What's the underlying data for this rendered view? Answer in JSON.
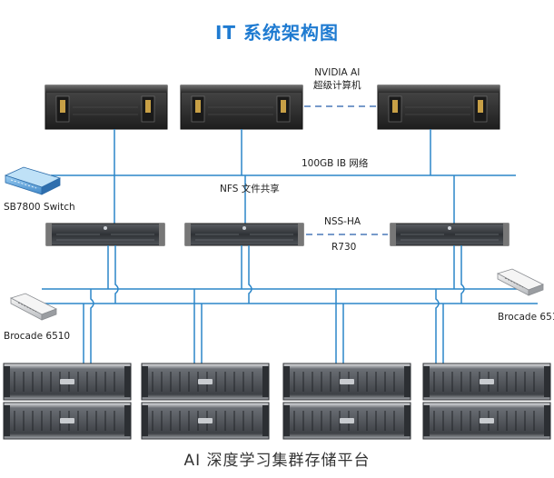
{
  "title": "IT 系统架构图",
  "colors": {
    "title": "#1f7bd1",
    "line": "#2b86c9",
    "dashed": "#4a78b8",
    "server_body": "#2b2b2b",
    "server_face": "#3c3c3c",
    "storage_face": "#555a60"
  },
  "labels": {
    "nvidia_line1": "NVIDIA AI",
    "nvidia_line2": "超级计算机",
    "ib_network": "100GB IB 网络",
    "nfs": "NFS 文件共享",
    "switch": "SB7800 Switch",
    "nss_ha": "NSS-HA",
    "r730": "R730",
    "brocade_left": "Brocade 6510",
    "brocade_right": "Brocade 651"
  },
  "footer": "AI 深度学习集群存储平台",
  "nodes": {
    "gpu_servers": 3,
    "r730_servers": 3,
    "storage_enclosures": 8
  }
}
